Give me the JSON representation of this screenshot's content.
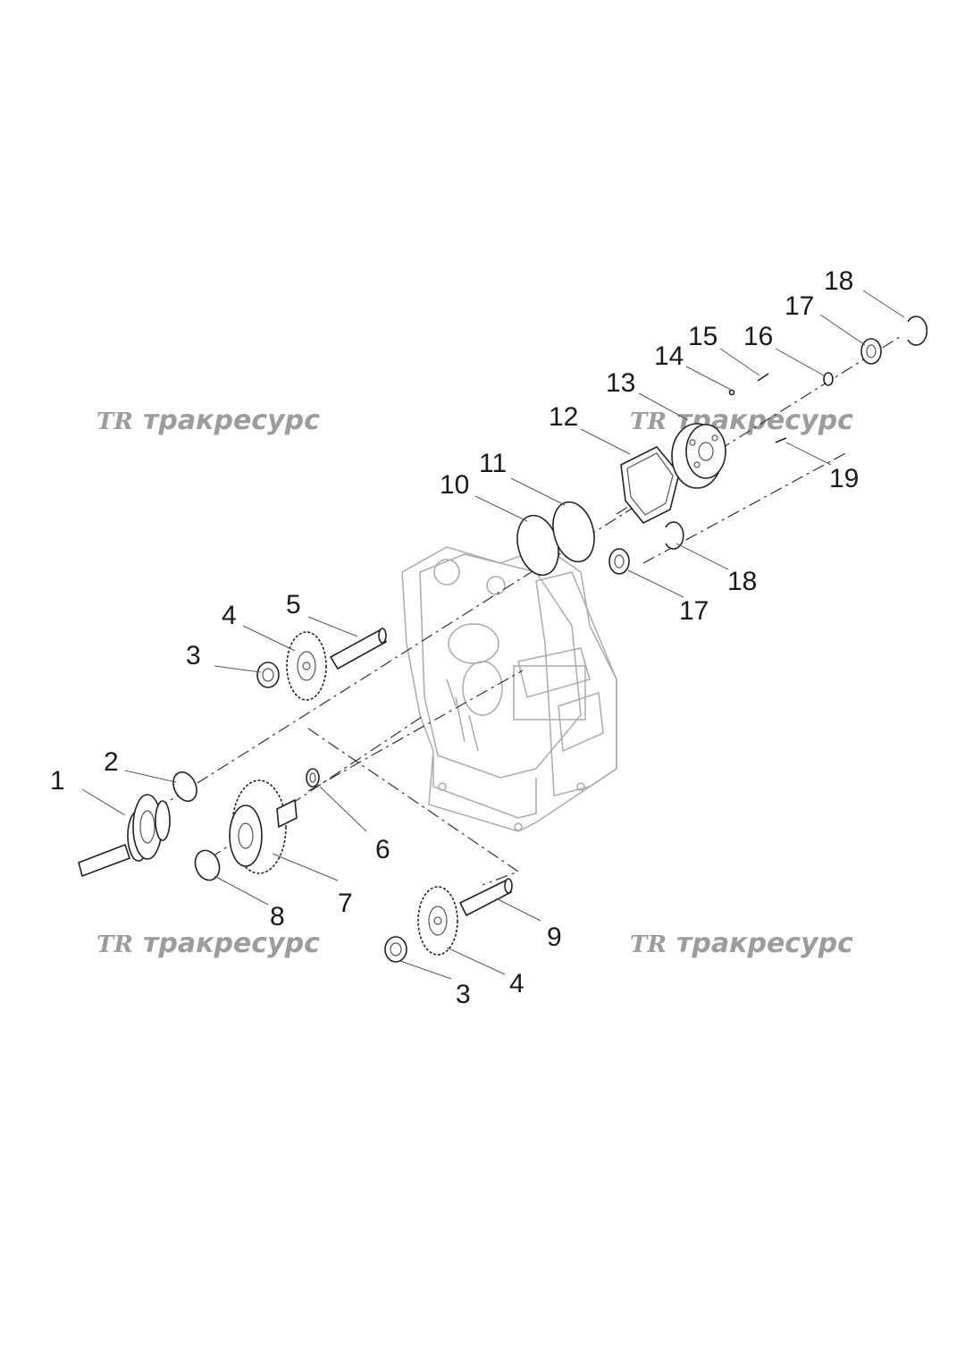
{
  "watermark": {
    "logo": "TR",
    "text": "тракресурс"
  },
  "callouts": {
    "c1": "1",
    "c2": "2",
    "c3a": "3",
    "c3b": "3",
    "c4a": "4",
    "c4b": "4",
    "c5": "5",
    "c6": "6",
    "c7": "7",
    "c8": "8",
    "c9": "9",
    "c10": "10",
    "c11": "11",
    "c12": "12",
    "c13": "13",
    "c14": "14",
    "c15": "15",
    "c16": "16",
    "c17a": "17",
    "c17b": "17",
    "c18a": "18",
    "c18b": "18",
    "c19": "19"
  }
}
